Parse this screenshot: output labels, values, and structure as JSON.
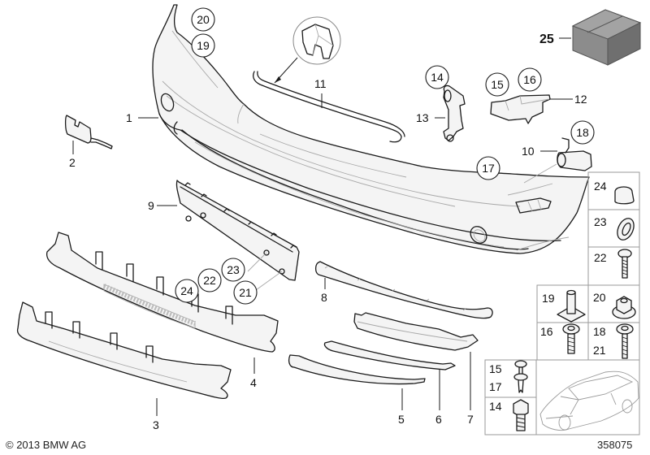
{
  "diagram": {
    "title": "Front bumper trim panel exploded view",
    "copyright": "© 2013 BMW AG",
    "diagram_number": "358075",
    "colors": {
      "line": "#1a1a1a",
      "part_fill": "#f4f4f4",
      "box_gray": "#8c8c8c",
      "grid_border": "#9a9a9a"
    }
  },
  "callouts": {
    "c1": "1",
    "c2": "2",
    "c3": "3",
    "c4": "4",
    "c5": "5",
    "c6": "6",
    "c7": "7",
    "c8": "8",
    "c9": "9",
    "c10": "10",
    "c11": "11",
    "c12": "12",
    "c13": "13",
    "c25": "25"
  },
  "circled": {
    "c20": "20",
    "c19": "19",
    "c14": "14",
    "c15": "15",
    "c16": "16",
    "c18": "18",
    "c17": "17",
    "c23": "23",
    "c22": "22",
    "c24": "24",
    "c21": "21"
  },
  "hardware_grid": {
    "cells": [
      {
        "labels": [
          "24"
        ],
        "part": "cap-nut"
      },
      {
        "labels": [
          "23"
        ],
        "part": "washer"
      },
      {
        "labels": [
          "22"
        ],
        "part": "screw"
      },
      {
        "labels": [
          "19"
        ],
        "part": "square-stud"
      },
      {
        "labels": [
          "20"
        ],
        "part": "flange-nut"
      },
      {
        "labels": [
          "16"
        ],
        "part": "screw-with-washer"
      },
      {
        "labels": [
          "18",
          "21"
        ],
        "part": "screw-with-washer-long"
      },
      {
        "labels": [
          "15",
          "17"
        ],
        "part": "expanding-rivet"
      },
      {
        "labels": [
          "14"
        ],
        "part": "hex-bolt"
      }
    ]
  }
}
